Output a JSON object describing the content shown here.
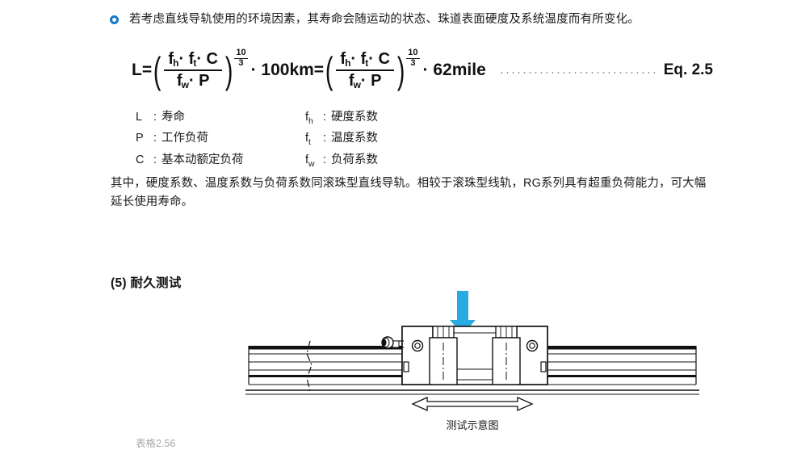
{
  "note": {
    "bullet_icon": "ring-bullet-icon",
    "bullet_color": "#1578c8",
    "text": "若考虑直线导轨使用的环境因素，其寿命会随运动的状态、珠道表面硬度及系统温度而有所变化。"
  },
  "equation": {
    "lhs": "L=",
    "numerator": "f",
    "num_sub_1": "h",
    "num_mid": "· f",
    "num_sub_2": "t",
    "num_end": "· C",
    "den_sym": "f",
    "den_sub": "w",
    "den_end": "· P",
    "exponent_numerator": "10",
    "exponent_denominator": "3",
    "first_unit": "· 100km=",
    "second_unit": "· 62mile",
    "label": "Eq. 2.5"
  },
  "legend": {
    "left": [
      {
        "symbol": "L",
        "sub": "",
        "colon": ":",
        "definition": "寿命"
      },
      {
        "symbol": "P",
        "sub": "",
        "colon": ":",
        "definition": "工作负荷"
      },
      {
        "symbol": "C",
        "sub": "",
        "colon": ":",
        "definition": "基本动额定负荷"
      }
    ],
    "right": [
      {
        "symbol": "f",
        "sub": "h",
        "colon": ":",
        "definition": "硬度系数"
      },
      {
        "symbol": "f",
        "sub": "t",
        "colon": ":",
        "definition": "温度系数"
      },
      {
        "symbol": "f",
        "sub": "w",
        "colon": ":",
        "definition": "负荷系数"
      }
    ]
  },
  "paragraph": "其中，硬度系数、温度系数与负荷系数同滚珠型直线导轨。相较于滚珠型线轨，RG系列具有超重负荷能力，可大幅延长使用寿命。",
  "section": {
    "heading": "(5) 耐久测试"
  },
  "figure": {
    "load_arrow_name": "load-direction-arrow",
    "load_arrow_color": "#29abe2",
    "travel_arrow_name": "travel-direction-arrow",
    "caption": "测试示意图"
  },
  "footer": {
    "note": "表格2.56",
    "color": "#a8a8a8"
  }
}
